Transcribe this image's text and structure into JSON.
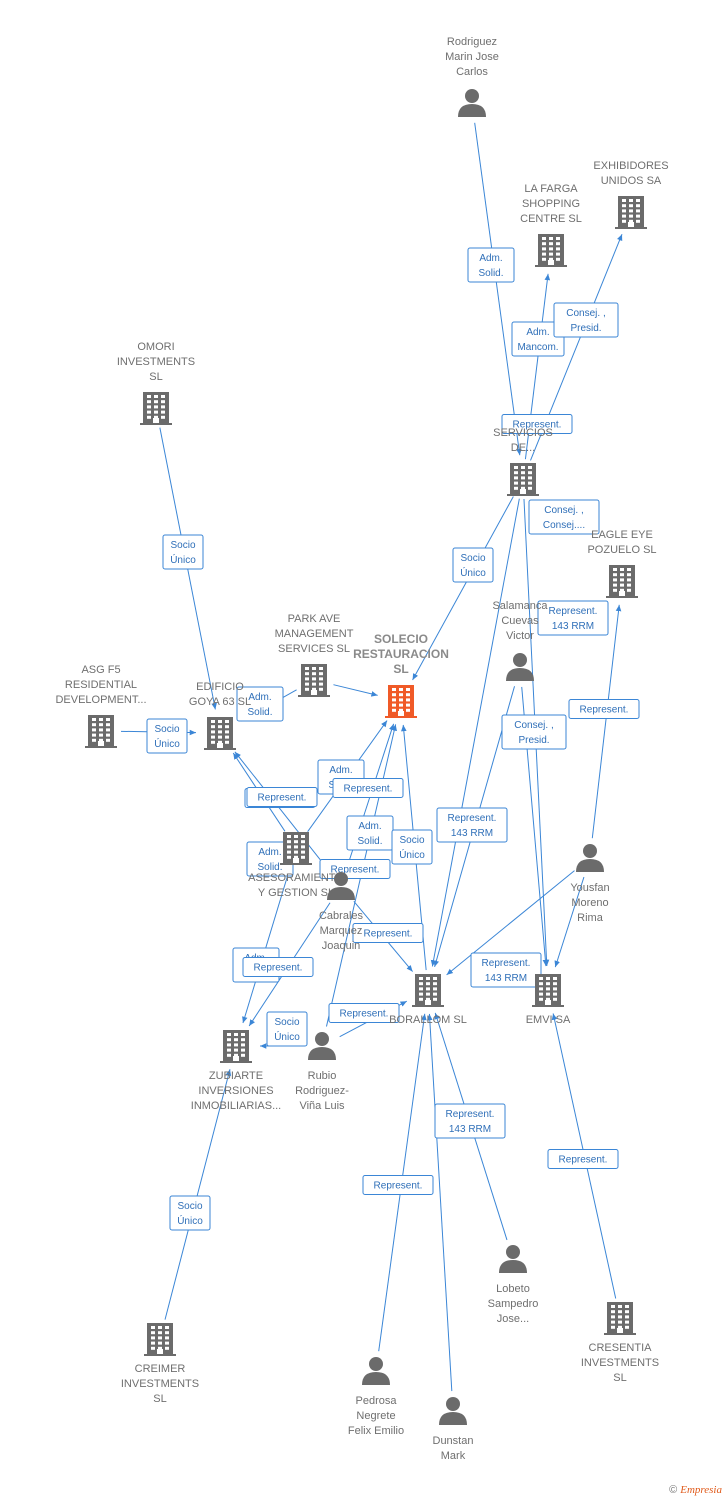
{
  "colors": {
    "edge": "#3b86d6",
    "node": "#6b6b6b",
    "focus": "#f05a28",
    "label": "#6f6f6f"
  },
  "nodes": [
    {
      "id": "solecio",
      "type": "company",
      "focus": true,
      "lines": [
        "SOLECIO",
        "RESTAURACION",
        "SL"
      ]
    },
    {
      "id": "rodriguez",
      "type": "person",
      "lines": [
        "Rodriguez",
        "Marin Jose",
        "Carlos"
      ]
    },
    {
      "id": "exhibidores",
      "type": "company",
      "lines": [
        "EXHIBIDORES",
        "UNIDOS SA"
      ]
    },
    {
      "id": "lafarga",
      "type": "company",
      "lines": [
        "LA FARGA",
        "SHOPPING",
        "CENTRE SL"
      ]
    },
    {
      "id": "omori",
      "type": "company",
      "lines": [
        "OMORI",
        "INVESTMENTS",
        "SL"
      ]
    },
    {
      "id": "servicios",
      "type": "company",
      "lines": [
        "SERVICIOS",
        "DE..."
      ]
    },
    {
      "id": "eagle",
      "type": "company",
      "lines": [
        "EAGLE EYE",
        "POZUELO  SL"
      ]
    },
    {
      "id": "salamanca",
      "type": "person",
      "lines": [
        "Salamanca",
        "Cuevas",
        "Victor"
      ]
    },
    {
      "id": "parkave",
      "type": "company",
      "lines": [
        "PARK AVE",
        "MANAGEMENT",
        "SERVICES  SL"
      ]
    },
    {
      "id": "asgf5",
      "type": "company",
      "lines": [
        "ASG F5",
        "RESIDENTIAL",
        "DEVELOPMENT..."
      ]
    },
    {
      "id": "edificio",
      "type": "company",
      "lines": [
        "EDIFICIO",
        "GOYA 63 SL"
      ]
    },
    {
      "id": "asesoramiento",
      "type": "company",
      "lines": [
        "ASESORAMIENTO",
        "Y GESTION  SL"
      ]
    },
    {
      "id": "cabrales",
      "type": "person",
      "lines": [
        "Cabrales",
        "Marquez",
        "Joaquin"
      ]
    },
    {
      "id": "yousfan",
      "type": "person",
      "lines": [
        "Yousfan",
        "Moreno",
        "Rima"
      ]
    },
    {
      "id": "borallom",
      "type": "company",
      "lines": [
        "BORALLOM SL"
      ]
    },
    {
      "id": "emvi",
      "type": "company",
      "lines": [
        "EMVI SA"
      ]
    },
    {
      "id": "zubiarte",
      "type": "company",
      "lines": [
        "ZUBIARTE",
        "INVERSIONES",
        "INMOBILIARIAS..."
      ]
    },
    {
      "id": "rubio",
      "type": "person",
      "lines": [
        "Rubio",
        "Rodriguez-",
        "Viña Luis"
      ]
    },
    {
      "id": "lobeto",
      "type": "person",
      "lines": [
        "Lobeto",
        "Sampedro",
        "Jose..."
      ]
    },
    {
      "id": "creimer",
      "type": "company",
      "lines": [
        "CREIMER",
        "INVESTMENTS",
        "SL"
      ]
    },
    {
      "id": "cresentia",
      "type": "company",
      "lines": [
        "CRESENTIA",
        "INVESTMENTS",
        "SL"
      ]
    },
    {
      "id": "pedrosa",
      "type": "person",
      "lines": [
        "Pedrosa",
        "Negrete",
        "Felix Emilio"
      ]
    },
    {
      "id": "dunstan",
      "type": "person",
      "lines": [
        "Dunstan",
        "Mark"
      ]
    }
  ],
  "edges": [
    {
      "from": "rodriguez",
      "to": "servicios",
      "lines": [
        "Adm.",
        "Solid."
      ]
    },
    {
      "from": "servicios",
      "to": "lafarga",
      "lines": [
        "Adm.",
        "Mancom."
      ]
    },
    {
      "from": "servicios",
      "to": "exhibidores",
      "lines": [
        "Consej. ,",
        "Presid."
      ]
    },
    {
      "from": "servicios",
      "to": "emvi",
      "lines": [
        "Represent."
      ]
    },
    {
      "from": "servicios",
      "to": "solecio",
      "lines": [
        "Socio",
        "Único"
      ]
    },
    {
      "from": "servicios",
      "to": "borallom",
      "lines": [
        "Consej. ,",
        "Consej...."
      ]
    },
    {
      "from": "omori",
      "to": "edificio",
      "lines": [
        "Socio",
        "Único"
      ]
    },
    {
      "from": "asgf5",
      "to": "edificio",
      "lines": [
        "Socio",
        "Único"
      ]
    },
    {
      "from": "yousfan",
      "to": "eagle",
      "lines": [
        "Represent.",
        "143 RRM"
      ]
    },
    {
      "from": "yousfan",
      "to": "emvi",
      "lines": [
        "Represent."
      ]
    },
    {
      "from": "yousfan",
      "to": "borallom",
      "lines": [
        "Represent.",
        "143 RRM"
      ]
    },
    {
      "from": "salamanca",
      "to": "emvi",
      "lines": [
        "Consej. ,",
        "Presid."
      ]
    },
    {
      "from": "salamanca",
      "to": "borallom",
      "lines": [
        "Represent.",
        "143 RRM"
      ]
    },
    {
      "from": "parkave",
      "to": "edificio",
      "lines": [
        "Adm.",
        "Solid."
      ]
    },
    {
      "from": "parkave",
      "to": "solecio",
      "lines": [
        "Represent."
      ]
    },
    {
      "from": "asesoramiento",
      "to": "solecio",
      "lines": [
        "Adm.",
        "Solid."
      ]
    },
    {
      "from": "asesoramiento",
      "to": "edificio",
      "lines": [
        "Adm.",
        "Solid."
      ]
    },
    {
      "from": "asesoramiento",
      "to": "zubiarte",
      "lines": [
        "Adm.",
        "Solid."
      ]
    },
    {
      "from": "cabrales",
      "to": "edificio",
      "lines": [
        "Represent."
      ]
    },
    {
      "from": "cabrales",
      "to": "solecio",
      "lines": [
        "Adm.",
        "Solid."
      ]
    },
    {
      "from": "cabrales",
      "to": "borallom",
      "lines": [
        "Represent."
      ]
    },
    {
      "from": "cabrales",
      "to": "zubiarte",
      "lines": [
        "Represent."
      ]
    },
    {
      "from": "rubio",
      "to": "solecio",
      "lines": [
        "Represent."
      ]
    },
    {
      "from": "rubio",
      "to": "borallom",
      "lines": [
        "Represent."
      ]
    },
    {
      "from": "rubio",
      "to": "zubiarte",
      "lines": [
        "Represent."
      ]
    },
    {
      "from": "borallom",
      "to": "solecio",
      "lines": [
        "Socio",
        "Único"
      ]
    },
    {
      "from": "creimer",
      "to": "zubiarte",
      "lines": [
        "Socio",
        "Único"
      ]
    },
    {
      "from": "cresentia",
      "to": "emvi",
      "lines": [
        "Socio",
        "Único"
      ]
    },
    {
      "from": "lobeto",
      "to": "borallom",
      "lines": [
        "Represent."
      ]
    },
    {
      "from": "pedrosa",
      "to": "borallom",
      "lines": [
        "Represent.",
        "143 RRM"
      ]
    },
    {
      "from": "dunstan",
      "to": "borallom",
      "lines": [
        "Represent."
      ]
    }
  ],
  "footer": {
    "copyright": "©",
    "brand": "Empresia"
  }
}
